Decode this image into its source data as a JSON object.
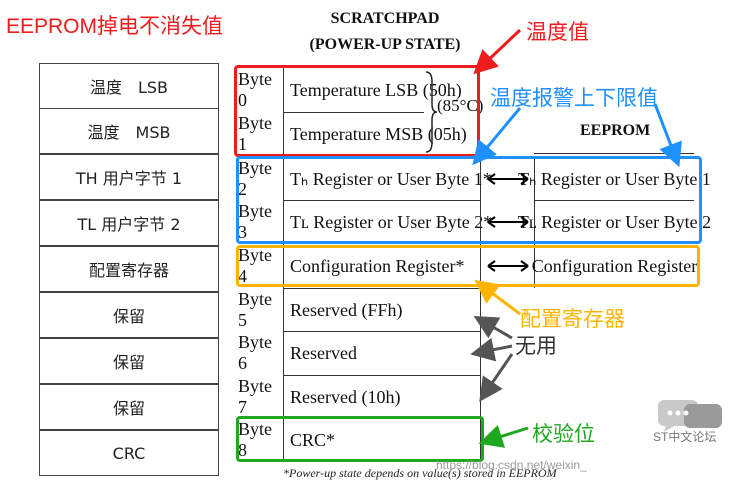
{
  "header": {
    "left_title": "EEPROM掉电不消失值",
    "scratchpad_title_line1": "SCRATCHPAD",
    "scratchpad_title_line2": "(POWER-UP STATE)",
    "eeprom_title": "EEPROM"
  },
  "left_table": {
    "rows": [
      "温度　LSB",
      "温度　MSB",
      "TH 用户字节 1",
      "TL 用户字节 2",
      "配置寄存器",
      "保留",
      "保留",
      "保留",
      "CRC"
    ]
  },
  "scratchpad": {
    "rows": [
      {
        "byte": "Byte 0",
        "desc": "Temperature LSB (50h)"
      },
      {
        "byte": "Byte 1",
        "desc": "Temperature MSB (05h)"
      },
      {
        "byte": "Byte 2",
        "desc": "Tₕ Register or User Byte 1*"
      },
      {
        "byte": "Byte 3",
        "desc": "Tʟ Register or User Byte 2*"
      },
      {
        "byte": "Byte 4",
        "desc": "Configuration Register*"
      },
      {
        "byte": "Byte 5",
        "desc": "Reserved (FFh)"
      },
      {
        "byte": "Byte 6",
        "desc": "Reserved"
      },
      {
        "byte": "Byte 7",
        "desc": "Reserved (10h)"
      },
      {
        "byte": "Byte 8",
        "desc": "CRC*"
      }
    ],
    "temp_note": "(85°C)"
  },
  "eeprom": {
    "rows": [
      "Tₕ Register or User Byte 1",
      "Tʟ Register or User Byte 2",
      "Configuration Register"
    ]
  },
  "annotations": {
    "temperature": "温度值",
    "alarm_limits": "温度报警上下限值",
    "config": "配置寄存器",
    "unused": "无用",
    "checksum": "校验位"
  },
  "footnote": "*Power-up state depends on value(s) stored in EEPROM",
  "watermark": "https://blog.csdn.net/weixin_",
  "logo_text": "ST中文论坛",
  "colors": {
    "red": "#ee1c1c",
    "blue": "#1e90ff",
    "orange": "#ffb400",
    "green": "#1fa81f",
    "gray_arrow": "#555555"
  }
}
